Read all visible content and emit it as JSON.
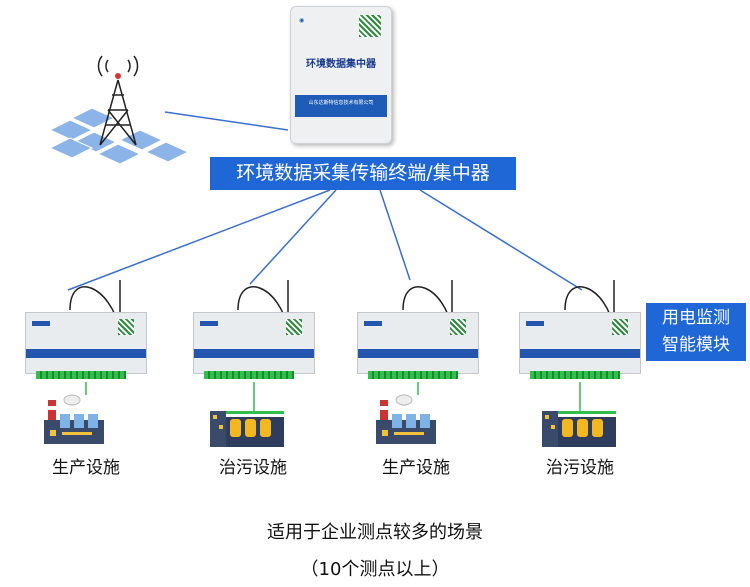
{
  "hub": {
    "device_title": "环境数据集中器",
    "device_company": "山东达斯特信息技术有限公司",
    "label": "环境数据采集传输终端/集中器"
  },
  "module_label": "用电监测智能模块",
  "module_label_lines": [
    "用电监测",
    "智能模块"
  ],
  "facilities": [
    {
      "label": "生产设施",
      "icon": "factory-icon"
    },
    {
      "label": "治污设施",
      "icon": "treatment-plant-icon"
    },
    {
      "label": "生产设施",
      "icon": "factory-icon"
    },
    {
      "label": "治污设施",
      "icon": "treatment-plant-icon"
    }
  ],
  "footer": {
    "line1": "适用于企业测点较多的场景",
    "line2": "（10个测点以上）"
  },
  "colors": {
    "accent": "#1f66d6",
    "line": "#3a6fd0",
    "terminal": "#2fbf4a"
  }
}
